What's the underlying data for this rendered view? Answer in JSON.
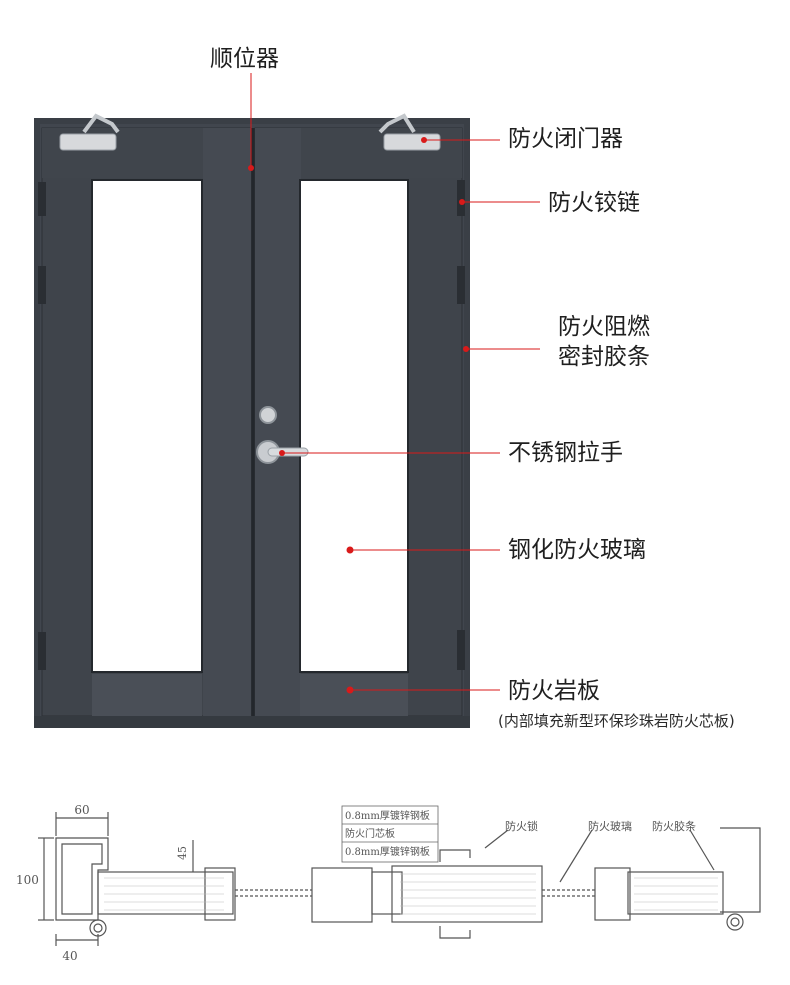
{
  "callouts": {
    "sequencer": "顺位器",
    "door_closer": "防火闭门器",
    "hinge": "防火铰链",
    "seal_line1": "防火阻燃",
    "seal_line2": "密封胶条",
    "handle": "不锈钢拉手",
    "glass": "钢化防火玻璃",
    "board": "防火岩板",
    "board_note": "(内部填充新型环保珍珠岩防火芯板)"
  },
  "section": {
    "dim_top": "60",
    "dim_left": "100",
    "dim_bottom": "40",
    "dim_glass": "45",
    "layer1": "0.8mm厚镀锌钢板",
    "layer2": "防火门芯板",
    "layer3": "0.8mm厚镀锌钢板",
    "lock": "防火锁",
    "glass": "防火玻璃",
    "seal": "防火胶条"
  },
  "colors": {
    "door": "#3b4047",
    "accent": "#d91a1a"
  }
}
